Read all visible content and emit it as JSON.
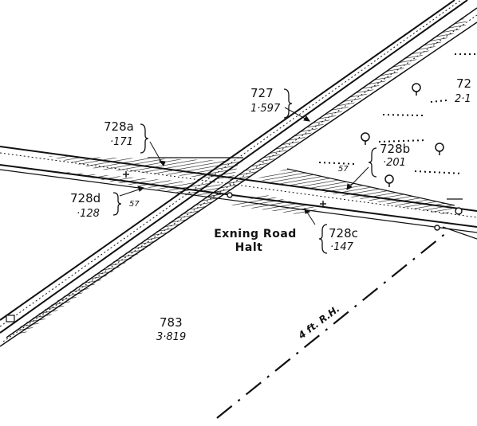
{
  "map": {
    "parcels": [
      {
        "id": "727",
        "area": "1·597"
      },
      {
        "id": "728a",
        "area": "·171"
      },
      {
        "id": "728b",
        "area": "·201"
      },
      {
        "id": "728c",
        "area": "·147"
      },
      {
        "id": "728d",
        "area": "·128"
      },
      {
        "id": "783",
        "area": "3·819"
      },
      {
        "id": "72",
        "area": "2·1"
      }
    ],
    "station_name_line1": "Exning Road",
    "station_name_line2": "Halt",
    "spot_heights": [
      "57",
      "57"
    ],
    "boundary_label": "4 ft. R.H.",
    "colors": {
      "ink": "#111111",
      "paper": "#ffffff"
    }
  }
}
